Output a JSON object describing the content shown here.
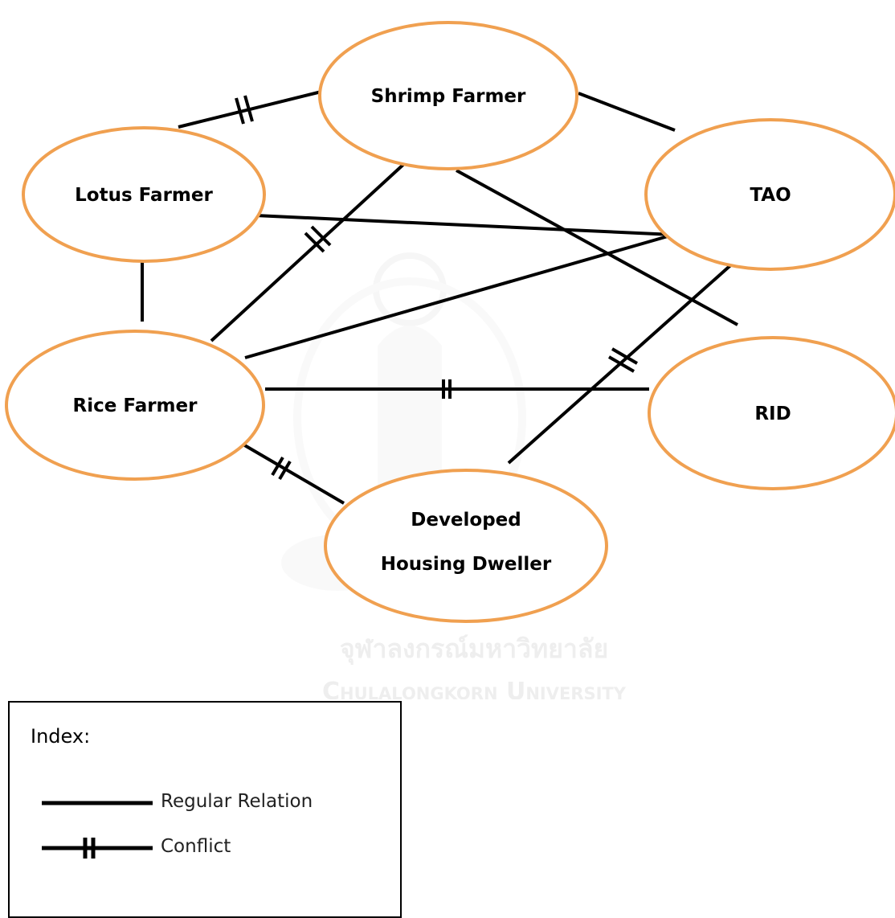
{
  "diagram": {
    "nodes": [
      {
        "id": "shrimp",
        "label": "Shrimp Farmer"
      },
      {
        "id": "lotus",
        "label": "Lotus Farmer"
      },
      {
        "id": "tao",
        "label": "TAO"
      },
      {
        "id": "rice",
        "label": "Rice Farmer"
      },
      {
        "id": "rid",
        "label": "RID"
      },
      {
        "id": "housing",
        "label_line1": "Developed",
        "label_line2": "Housing Dweller"
      }
    ],
    "edges": [
      {
        "from": "lotus",
        "to": "shrimp",
        "type": "conflict"
      },
      {
        "from": "shrimp",
        "to": "tao",
        "type": "regular"
      },
      {
        "from": "lotus",
        "to": "tao",
        "type": "regular"
      },
      {
        "from": "shrimp",
        "to": "rice",
        "type": "conflict"
      },
      {
        "from": "shrimp",
        "to": "rid",
        "type": "regular"
      },
      {
        "from": "lotus",
        "to": "rice",
        "type": "regular"
      },
      {
        "from": "rice",
        "to": "tao",
        "type": "regular"
      },
      {
        "from": "rice",
        "to": "rid",
        "type": "conflict"
      },
      {
        "from": "tao",
        "to": "housing",
        "type": "conflict"
      },
      {
        "from": "rice",
        "to": "housing",
        "type": "conflict"
      }
    ],
    "node_border_color": "#F0A050",
    "edge_color": "#000000"
  },
  "watermark": {
    "thai": "จุฬาลงกรณ์มหาวิทยาลัย",
    "english": "Chulalongkorn University"
  },
  "legend": {
    "title": "Index:",
    "items": [
      {
        "label": "Regular Relation",
        "type": "regular"
      },
      {
        "label": "Conflict",
        "type": "conflict"
      }
    ]
  }
}
